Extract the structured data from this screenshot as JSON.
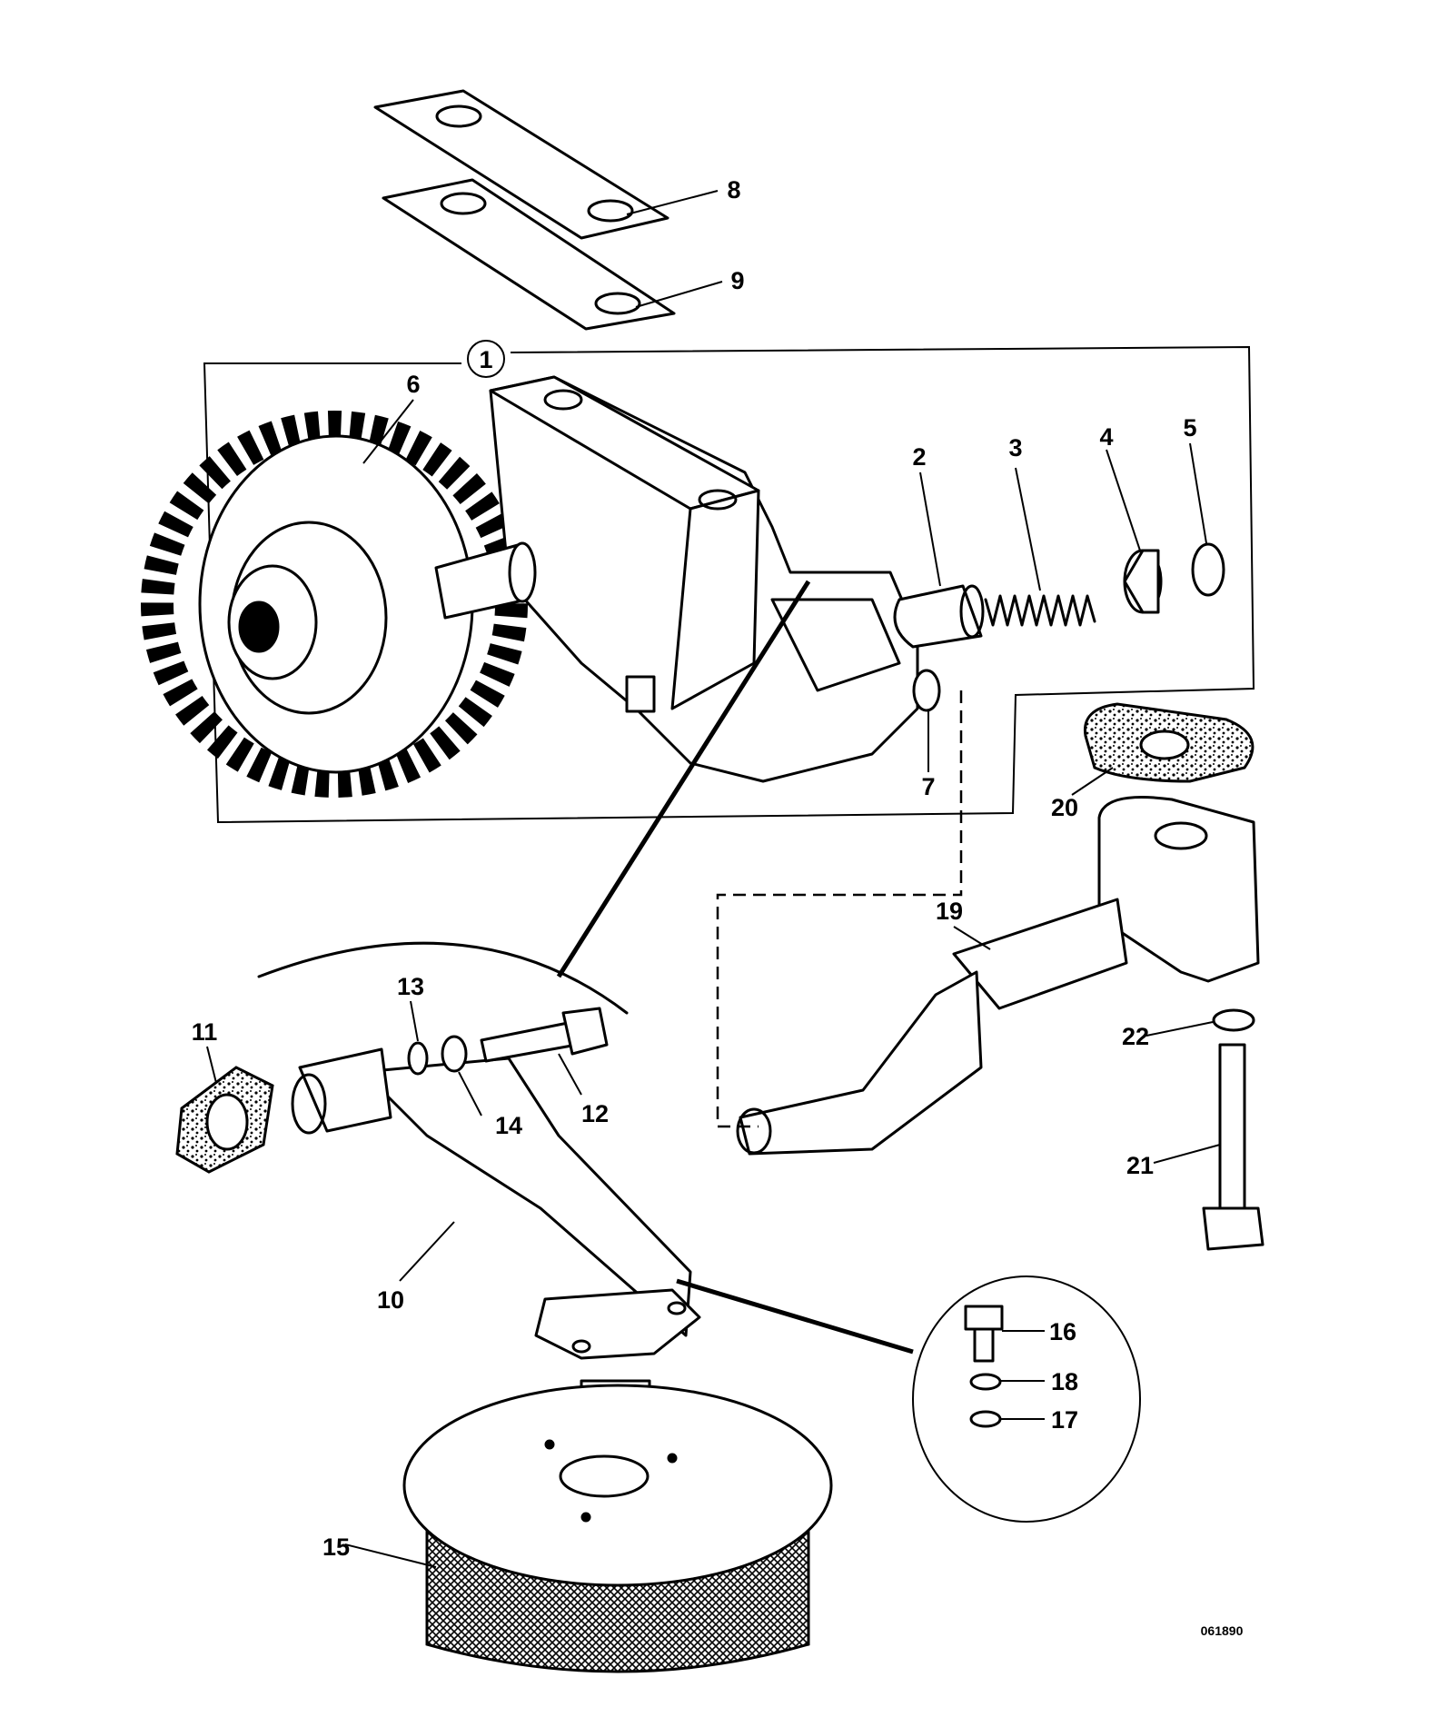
{
  "diagram": {
    "callouts": [
      "1",
      "2",
      "3",
      "4",
      "5",
      "6",
      "7",
      "8",
      "9",
      "10",
      "11",
      "12",
      "13",
      "14",
      "15",
      "16",
      "17",
      "18",
      "19",
      "20",
      "21",
      "22"
    ],
    "reference": "061890"
  },
  "colors": {
    "ink": "#000000",
    "paper": "#ffffff"
  }
}
